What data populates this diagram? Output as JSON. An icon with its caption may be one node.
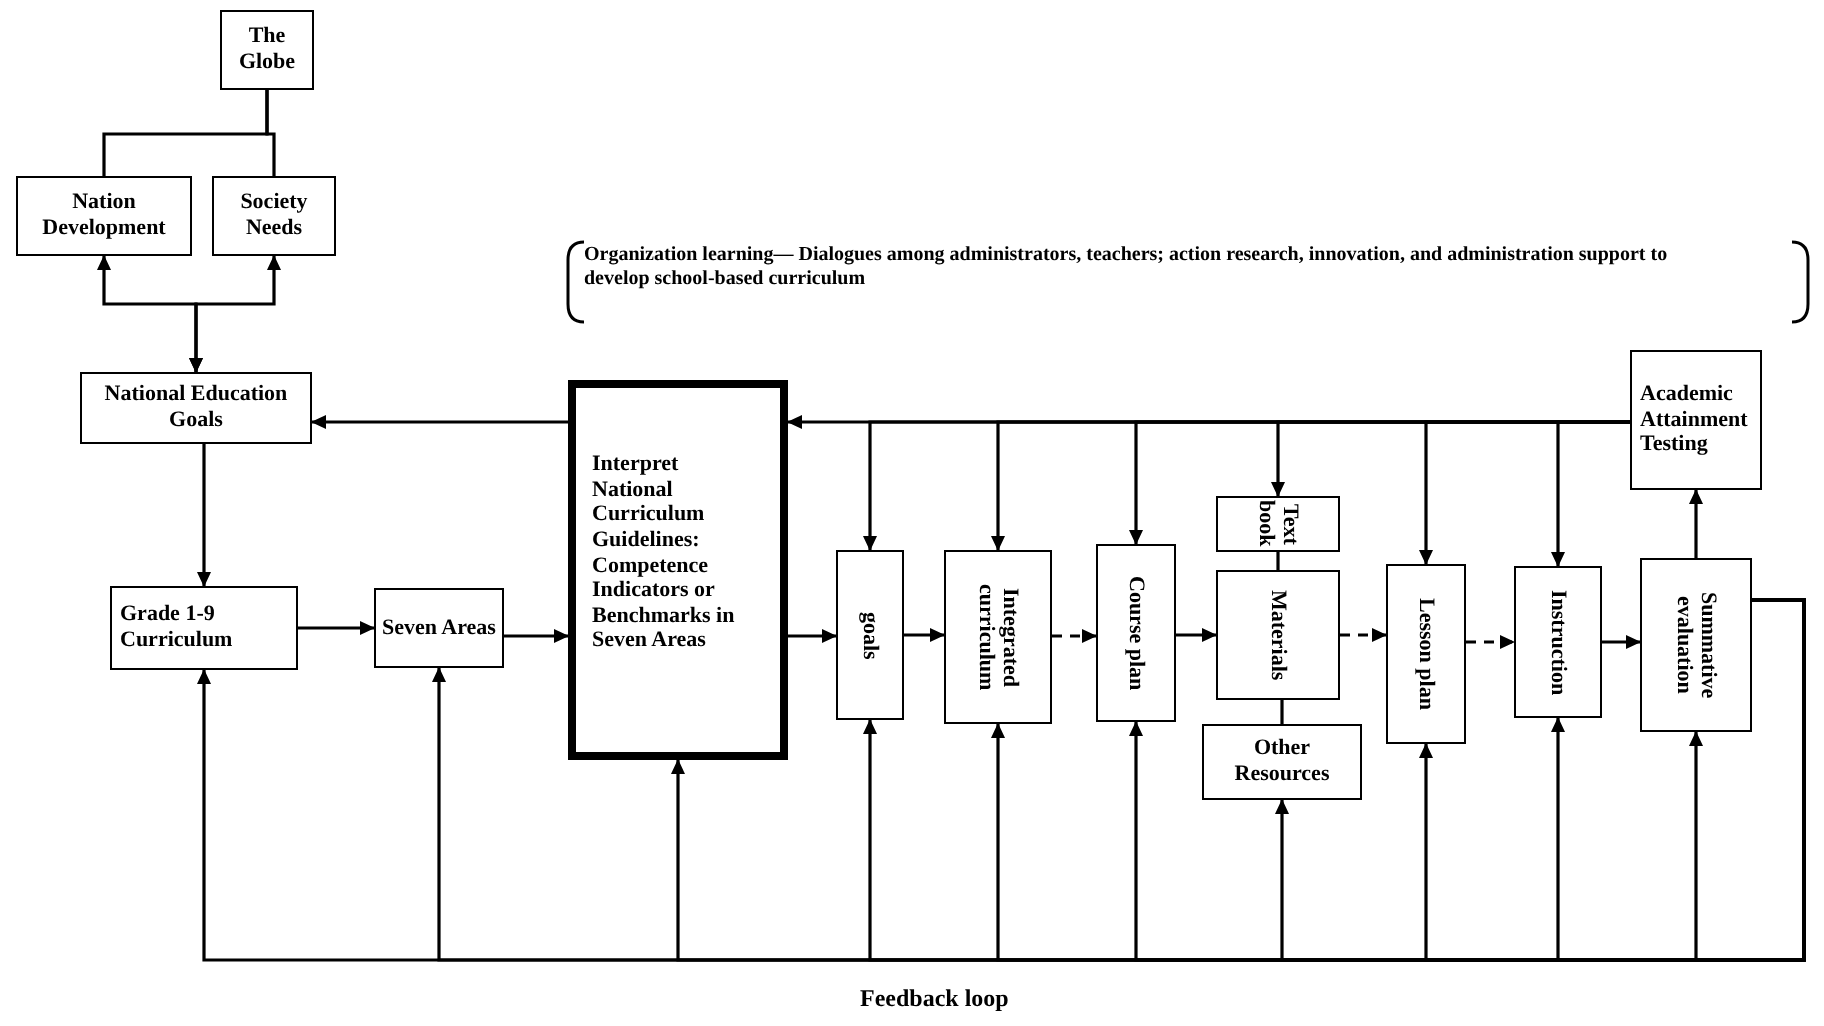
{
  "diagram": {
    "nodes": [
      {
        "text": [
          "The Globe"
        ]
      },
      {
        "text": [
          "Nation Development"
        ]
      },
      {
        "text": [
          "Society Needs"
        ]
      },
      {
        "text": [
          "National Education Goals"
        ]
      },
      {
        "text": [
          "Grade 1-9 Curriculum"
        ]
      },
      {
        "text": [
          "Seven Areas"
        ]
      },
      {
        "text": [
          "Interpret National Curriculum Guidelines: Competence Indicators or Benchmarks in Seven Areas"
        ]
      },
      {
        "text": [
          "goals"
        ]
      },
      {
        "text": [
          "Integrated curriculum"
        ]
      },
      {
        "text": [
          "Course plan"
        ]
      },
      {
        "text": [
          "Text book"
        ]
      },
      {
        "text": [
          "Materials"
        ]
      },
      {
        "text": [
          "Other Resources"
        ]
      },
      {
        "text": [
          "Lesson plan"
        ]
      },
      {
        "text": [
          "Instruction"
        ]
      },
      {
        "text": [
          "Summative evaluation"
        ]
      },
      {
        "text": [
          "Academic Attainment Testing"
        ]
      }
    ],
    "edges": [
      {
        "from": 0,
        "to": 1,
        "arrow": "none"
      },
      {
        "from": 0,
        "to": 2,
        "arrow": "none"
      },
      {
        "from": 1,
        "to": 3,
        "arrow": "both"
      },
      {
        "from": 2,
        "to": 3,
        "arrow": "both"
      },
      {
        "from": 3,
        "to": 4,
        "arrow": "to"
      },
      {
        "from": 4,
        "to": 5,
        "arrow": "to"
      },
      {
        "from": 5,
        "to": 6,
        "arrow": "to"
      },
      {
        "from": 6,
        "to": 7,
        "arrow": "to"
      },
      {
        "from": 7,
        "to": 8,
        "arrow": "to"
      },
      {
        "from": 8,
        "to": 9,
        "arrow": "to",
        "style": "dashed"
      },
      {
        "from": 9,
        "to": 11,
        "arrow": "to"
      },
      {
        "from": 11,
        "to": 13,
        "arrow": "to",
        "style": "dashed"
      },
      {
        "from": 13,
        "to": 14,
        "arrow": "to",
        "style": "dashed"
      },
      {
        "from": 14,
        "to": 15,
        "arrow": "to"
      },
      {
        "from": 10,
        "to": 11,
        "arrow": "none"
      },
      {
        "from": 11,
        "to": 12,
        "arrow": "none"
      },
      {
        "from": 15,
        "to": 16,
        "arrow": "to"
      },
      {
        "from": 6,
        "to": 3,
        "arrow": "to"
      },
      {
        "from": 16,
        "to": 6,
        "arrow": "to"
      },
      {
        "from": 16,
        "to": 7,
        "arrow": "to"
      },
      {
        "from": 16,
        "to": 8,
        "arrow": "to"
      },
      {
        "from": 16,
        "to": 9,
        "arrow": "to"
      },
      {
        "from": 16,
        "to": 10,
        "arrow": "to"
      },
      {
        "from": 16,
        "to": 13,
        "arrow": "to"
      },
      {
        "from": 16,
        "to": 14,
        "arrow": "to"
      },
      {
        "from": 15,
        "to": 4,
        "arrow": "to"
      },
      {
        "from": 15,
        "to": 5,
        "arrow": "to"
      },
      {
        "from": 15,
        "to": 6,
        "arrow": "to"
      },
      {
        "from": 15,
        "to": 7,
        "arrow": "to"
      },
      {
        "from": 15,
        "to": 8,
        "arrow": "to"
      },
      {
        "from": 15,
        "to": 9,
        "arrow": "to"
      },
      {
        "from": 15,
        "to": 12,
        "arrow": "to"
      },
      {
        "from": 15,
        "to": 13,
        "arrow": "to"
      },
      {
        "from": 15,
        "to": 14,
        "arrow": "to"
      },
      {
        "from": 15,
        "to": 15,
        "arrow": "to"
      }
    ],
    "labels": [
      "Organization learning— Dialogues among administrators, teachers; action research, innovation, and administration support to develop school-based curriculum",
      "Feedback loop"
    ]
  }
}
